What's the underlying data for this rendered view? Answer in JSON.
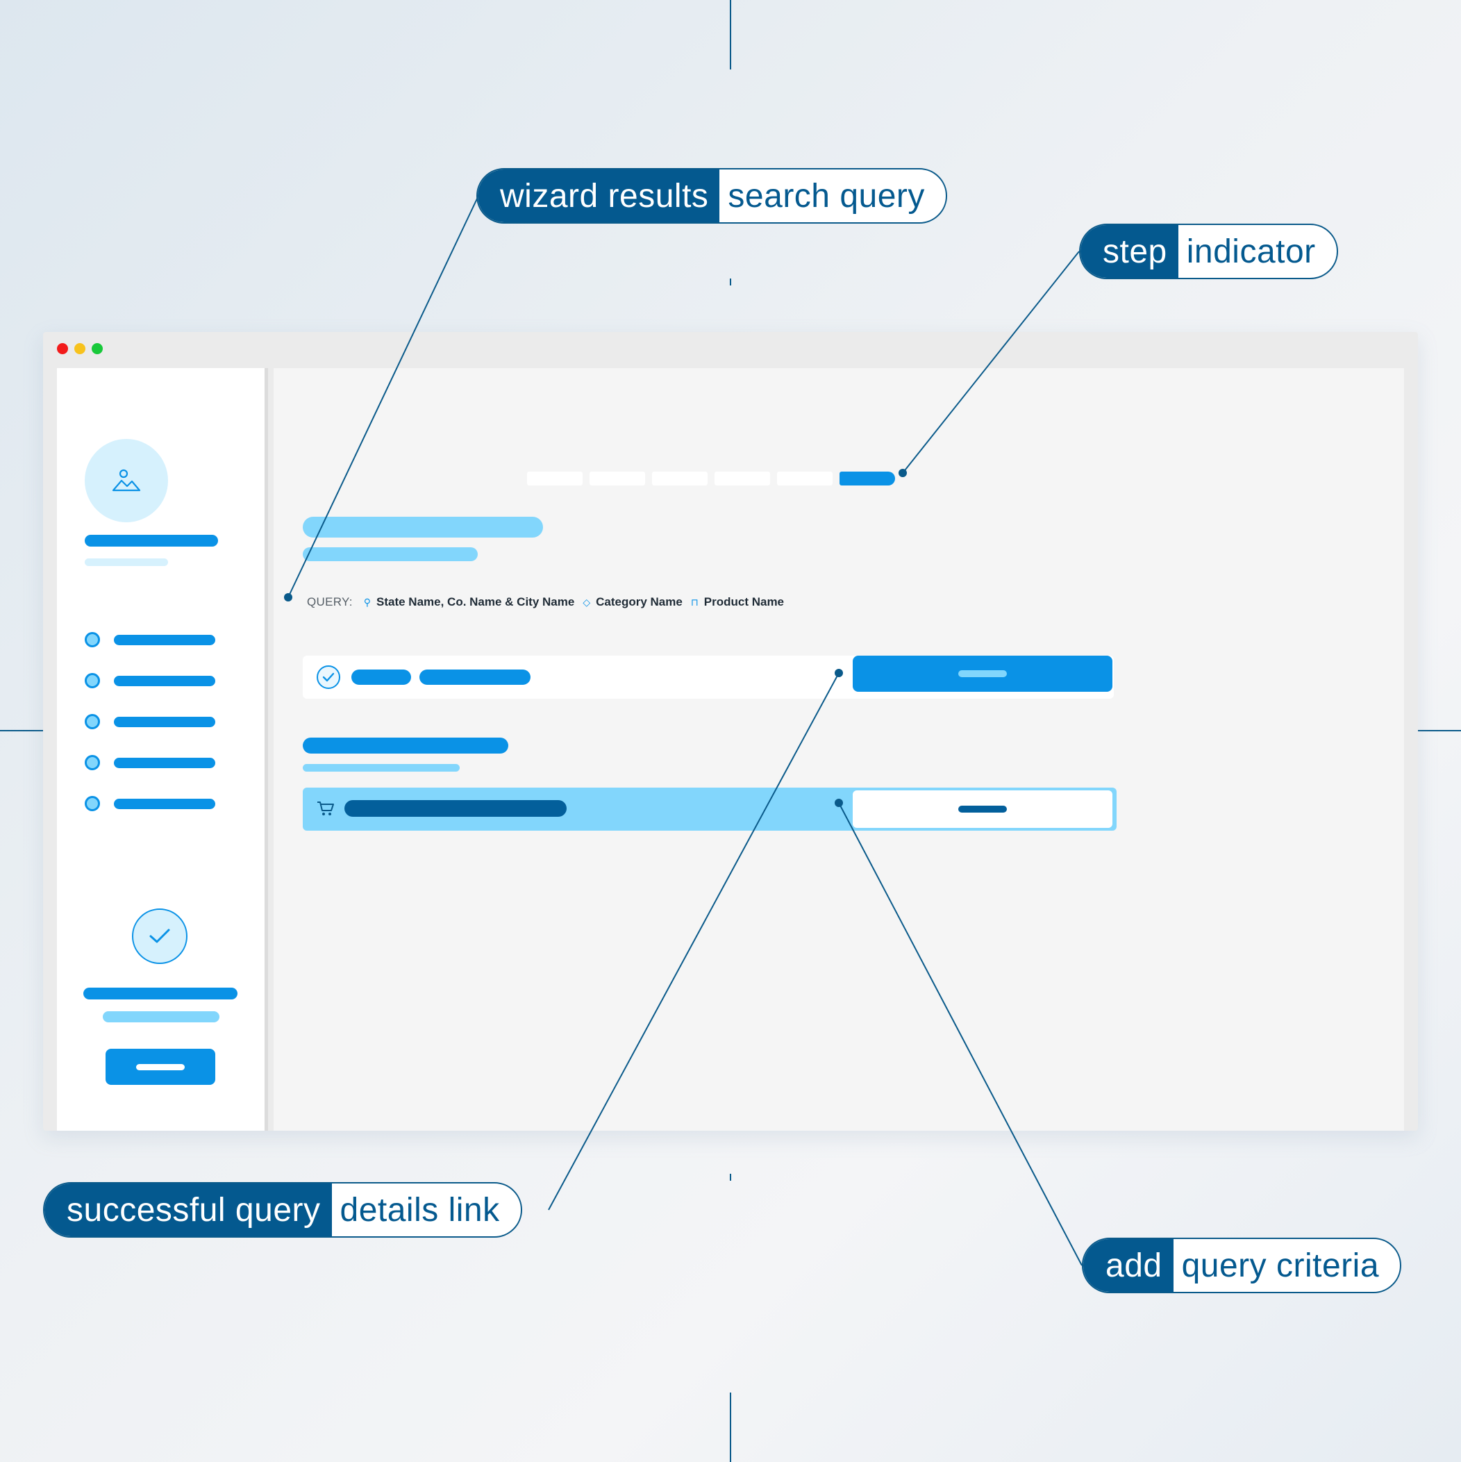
{
  "callouts": {
    "wizard": {
      "strong": "wizard results",
      "light": "search query"
    },
    "step": {
      "strong": "step",
      "light": "indicator"
    },
    "success": {
      "strong": "successful query",
      "light": "details link"
    },
    "add": {
      "strong": "add",
      "light": "query criteria"
    }
  },
  "window": {
    "controls": {
      "close": "#f21b1b",
      "minimize": "#f7c21d",
      "maximize": "#18c93a"
    }
  },
  "main": {
    "step_indicator": {
      "total": 6,
      "current": 6
    },
    "query": {
      "label": "QUERY:",
      "location": "State Name, Co. Name & City Name",
      "category": "Category Name",
      "product": "Product Name"
    }
  },
  "colors": {
    "accent": "#0a92e6",
    "light_accent": "#82d6fc",
    "navy": "#04598f"
  },
  "icons": [
    "image-icon",
    "check-icon",
    "location-pin-icon",
    "tag-icon",
    "bag-icon",
    "cart-icon"
  ]
}
